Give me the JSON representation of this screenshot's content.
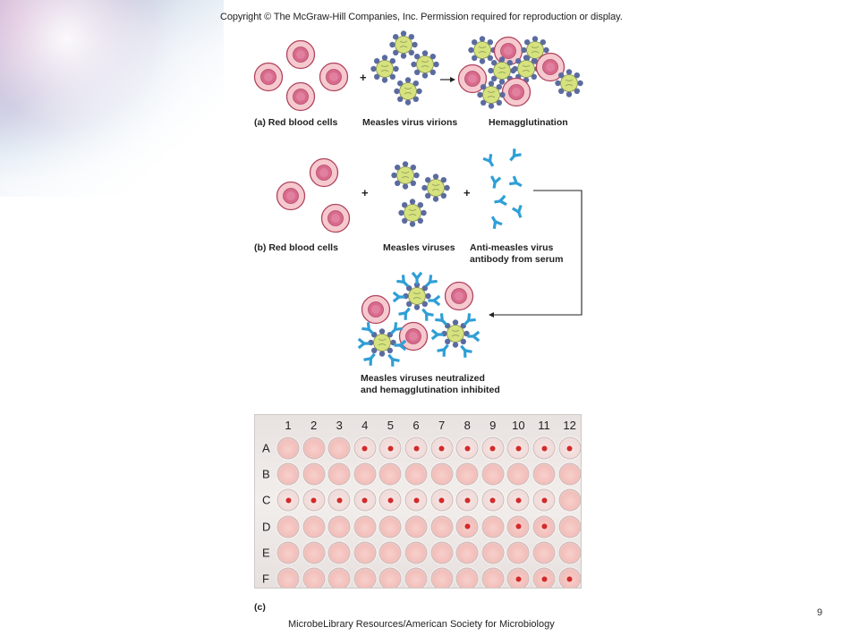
{
  "copyright": "Copyright © The McGraw-Hill Companies, Inc. Permission required for reproduction or display.",
  "panel_a": {
    "labels": {
      "rbc": "(a) Red blood cells",
      "virions": "Measles virus virions",
      "result": "Hemagglutination"
    },
    "plus": "+"
  },
  "panel_b": {
    "labels": {
      "rbc": "(b) Red blood cells",
      "viruses": "Measles viruses",
      "antibody_line1": "Anti-measles virus",
      "antibody_line2": "antibody from serum",
      "result_line1": "Measles viruses neutralized",
      "result_line2": "and hemagglutination inhibited"
    },
    "plus": "+"
  },
  "plate": {
    "columns": [
      "1",
      "2",
      "3",
      "4",
      "5",
      "6",
      "7",
      "8",
      "9",
      "10",
      "11",
      "12"
    ],
    "rows": [
      "A",
      "B",
      "C",
      "D",
      "E",
      "F"
    ]
  },
  "panel_c_label": "(c)",
  "credit": "MicrobeLibrary Resources/American Society for Microbiology",
  "slide_number": "9",
  "colors": {
    "rbc_fill": "#f4c1c9",
    "rbc_core": "#d46a8a",
    "virus_fill": "#d2e17a",
    "spike": "#5a6a9e",
    "antibody": "#2f9fd6"
  }
}
